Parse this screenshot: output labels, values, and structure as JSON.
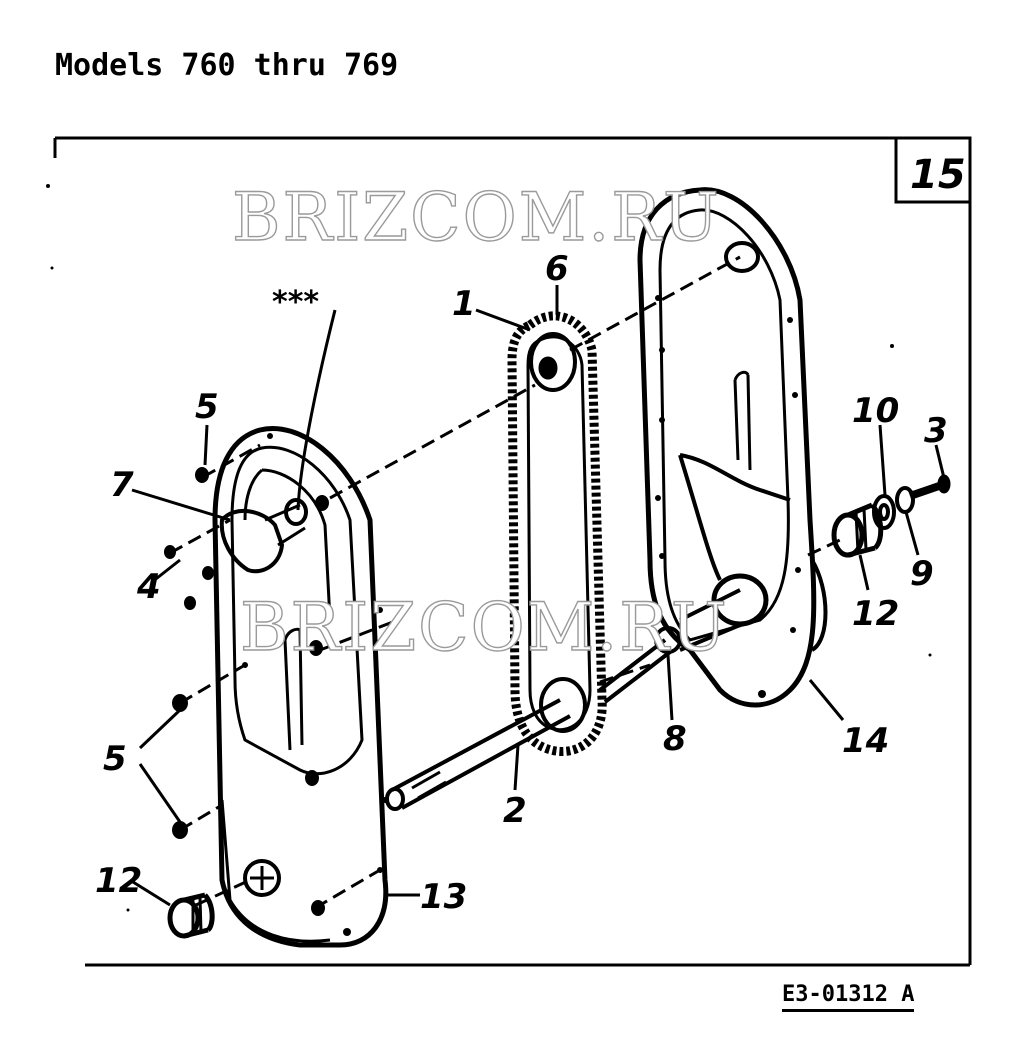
{
  "title": "Models 760 thru 769",
  "figure_number": "15",
  "drawing_code": "E3-01312 A",
  "watermarks": [
    "BRIZCOM.RU",
    "BRIZCOM.RU"
  ],
  "callouts": {
    "c1": "1",
    "c2": "2",
    "c3": "3",
    "c4": "4",
    "c5a": "5",
    "c5b": "5",
    "c6": "6",
    "c7": "7",
    "c8": "8",
    "c9": "9",
    "c10": "10",
    "c12a": "12",
    "c12b": "12",
    "c13": "13",
    "c14": "14",
    "stars": "***"
  }
}
